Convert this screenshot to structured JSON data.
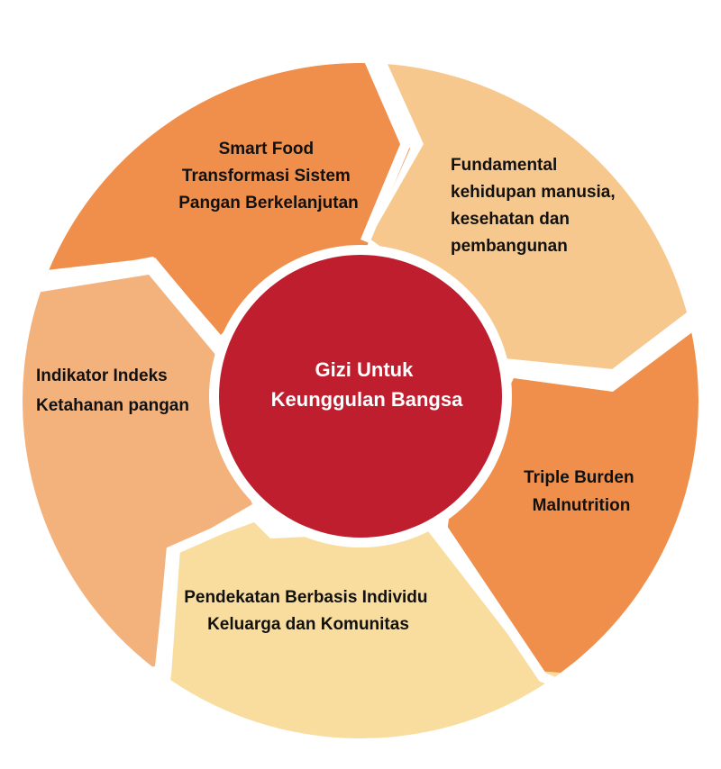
{
  "center": {
    "lines": [
      "Gizi Untuk",
      "Keunggulan Bangsa"
    ],
    "color": "#bf1e2e"
  },
  "segments": [
    {
      "key": "smart-food",
      "lines": [
        "Smart Food",
        "Transformasi Sistem",
        "Pangan Berkelanjutan"
      ],
      "color": "#ef8f4b"
    },
    {
      "key": "fundamental",
      "lines": [
        "Fundamental",
        "kehidupan  manusia,",
        "kesehatan dan",
        "pembangunan"
      ],
      "color": "#f6c88d"
    },
    {
      "key": "triple-burden",
      "lines": [
        "Triple Burden",
        "Malnutrition"
      ],
      "color": "#ef8f4b"
    },
    {
      "key": "pendekatan",
      "lines": [
        "Pendekatan Berbasis Individu",
        "Keluarga dan Komunitas"
      ],
      "color": "#f8dd9e"
    },
    {
      "key": "indikator",
      "lines": [
        "Indikator Indeks",
        "Ketahanan pangan"
      ],
      "color": "#f3b17c"
    }
  ]
}
